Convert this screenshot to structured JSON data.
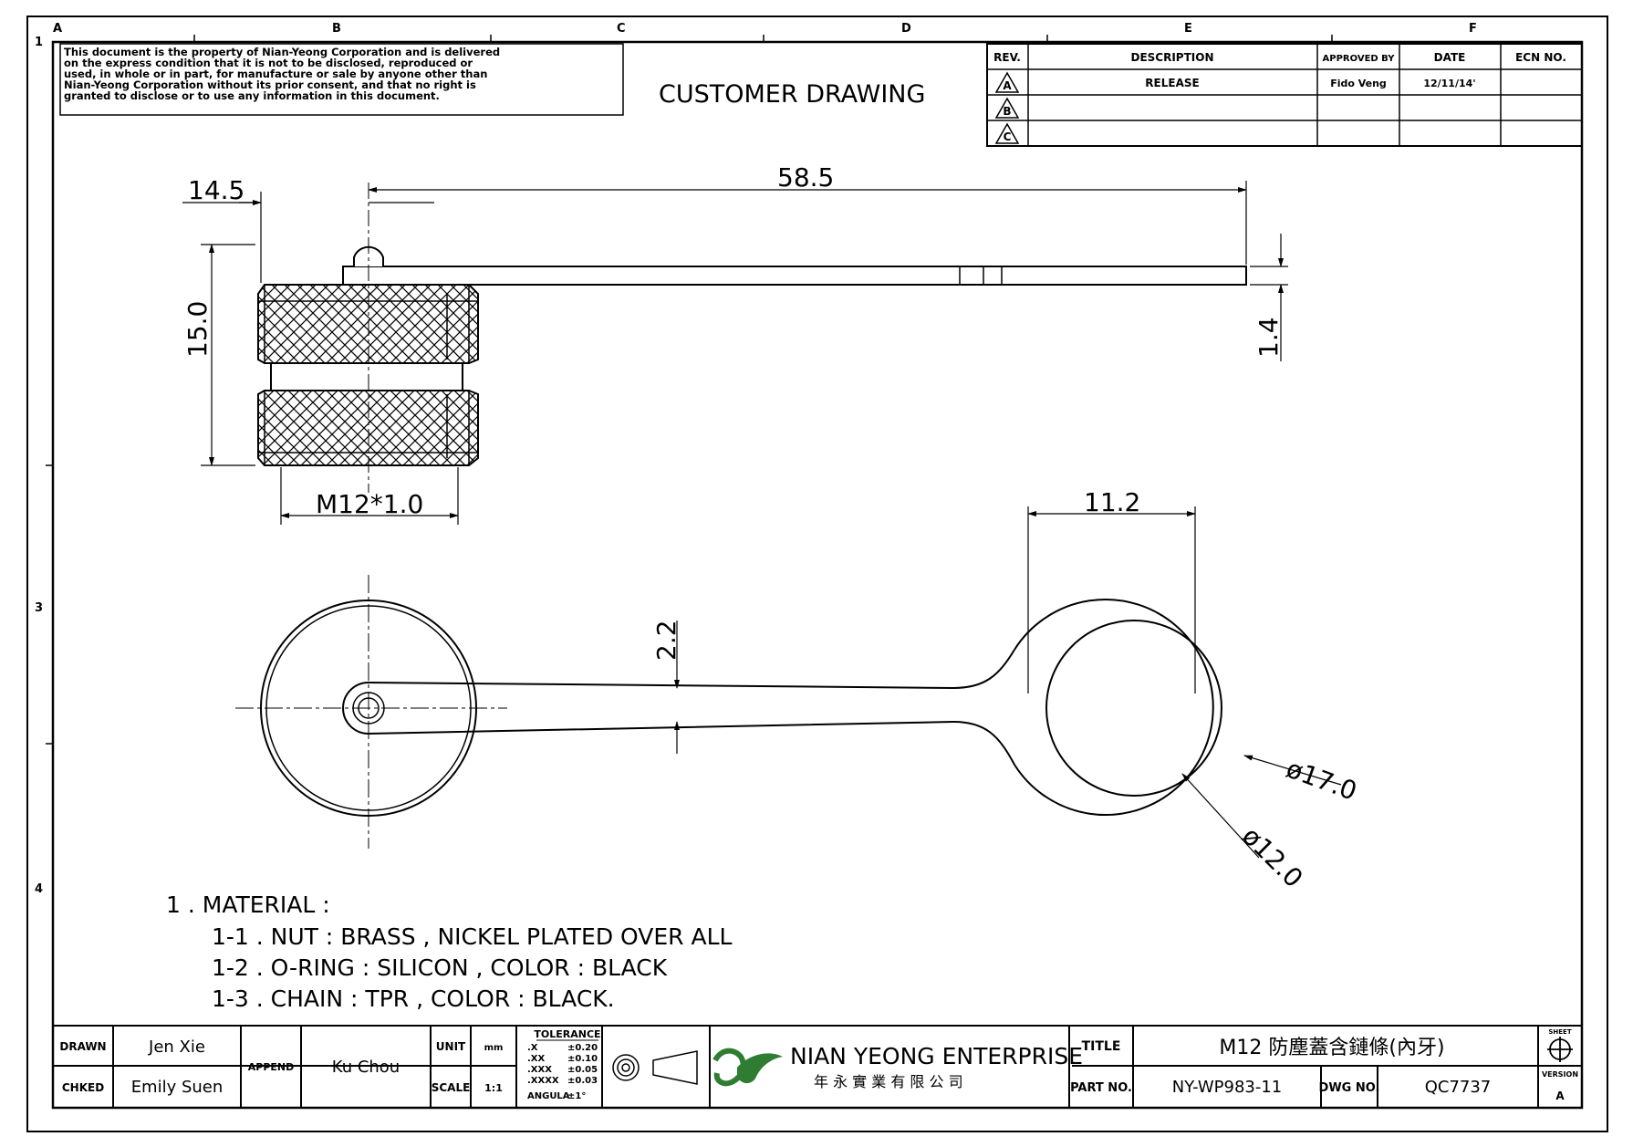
{
  "border": {
    "columns": [
      "A",
      "B",
      "C",
      "D",
      "E",
      "F"
    ],
    "rows": [
      "1",
      "3",
      "4"
    ]
  },
  "notice": {
    "lines": [
      "This document is the property of Nian-Yeong Corporation and is delivered",
      "on  the  express condition that it is not to be disclosed, reproduced or",
      "used, in whole or in part, for manufacture or sale by anyone other than",
      "Nian-Yeong Corporation without  its prior consent, and that  no right  is",
      "granted  to disclose or to use any information in this  document."
    ]
  },
  "header_title": "CUSTOMER  DRAWING",
  "revision_table": {
    "headers": [
      "REV.",
      "DESCRIPTION",
      "APPROVED BY",
      "DATE",
      "ECN NO."
    ],
    "rows": [
      {
        "rev": "A",
        "description": "RELEASE",
        "approved_by": "Fido Veng",
        "date": "12/11/14'",
        "ecn": ""
      },
      {
        "rev": "B",
        "description": "",
        "approved_by": "",
        "date": "",
        "ecn": ""
      },
      {
        "rev": "C",
        "description": "",
        "approved_by": "",
        "date": "",
        "ecn": ""
      }
    ]
  },
  "dimensions": {
    "d_14_5": "14.5",
    "d_58_5": "58.5",
    "d_15_0": "15.0",
    "d_1_4": "1.4",
    "d_m12": "M12*1.0",
    "d_11_2": "11.2",
    "d_2_2": "2.2",
    "d_dia17": "ø17.0",
    "d_dia12": "ø12.0"
  },
  "notes": {
    "line1": "1 . MATERIAL :",
    "line2": "1-1 . NUT : BRASS , NICKEL PLATED OVER ALL",
    "line3": "1-2 . O-RING : SILICON , COLOR : BLACK",
    "line4": "1-3 . CHAIN : TPR , COLOR : BLACK."
  },
  "title_block": {
    "drawn_label": "DRAWN",
    "drawn_value": "Jen Xie",
    "checked_label": "CHKED",
    "checked_value": "Emily Suen",
    "append_label": "APPEND",
    "append_value": "Ku Chou",
    "unit_label": "UNIT",
    "unit_value": "mm",
    "scale_label": "SCALE",
    "scale_value": "1:1",
    "tolerance_title": "TOLERANCE",
    "tolerance_rows": [
      {
        "k": ".X",
        "v": "±0.20"
      },
      {
        "k": ".XX",
        "v": "±0.10"
      },
      {
        "k": ".XXX",
        "v": "±0.05"
      },
      {
        "k": ".XXXX",
        "v": "±0.03"
      },
      {
        "k": "ANGULA",
        "v": "±1°"
      }
    ],
    "company_name": "NIAN YEONG ENTERPRISE",
    "company_chinese": "年 永 實 業 有 限 公 司",
    "title_label": "TITLE",
    "title_value": "M12 防塵蓋含鏈條(內牙)",
    "partno_label": "PART NO.",
    "partno_value": "NY-WP983-11",
    "dwgno_label": "DWG NO.",
    "dwgno_value": "QC7737",
    "sheet_label": "SHEET",
    "version_label": "VERSION",
    "version_value": "A"
  }
}
